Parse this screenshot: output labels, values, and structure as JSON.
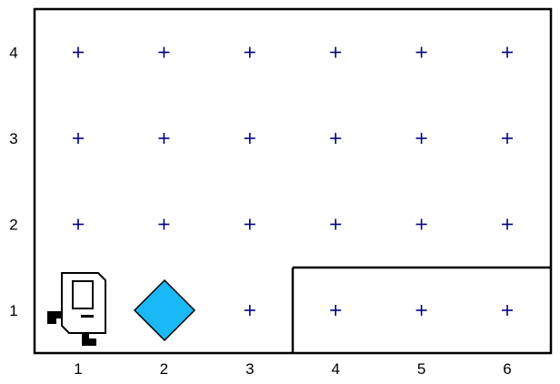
{
  "world": {
    "columns": 6,
    "rows": 4,
    "x_labels": [
      "1",
      "2",
      "3",
      "4",
      "5",
      "6"
    ],
    "y_labels": [
      "1",
      "2",
      "3",
      "4"
    ],
    "wall_color": "#000000",
    "marker_color": "#000080",
    "marker_icon": "plus-icon",
    "walls": [
      {
        "description": "wall segment north of corners (4,1)-(6,1)",
        "kind": "horizontal-between-rows-1-2",
        "from_col": 4,
        "to_col": 6
      },
      {
        "description": "wall segment west of corner (4,1)",
        "kind": "vertical-between-cols-3-4",
        "row": 1
      }
    ],
    "robot": {
      "col": 1,
      "row": 1,
      "icon": "karel-robot-icon",
      "facing": "east"
    },
    "beepers": [
      {
        "col": 2,
        "row": 1,
        "icon": "beeper-diamond-icon",
        "color": "#1ab8f5"
      }
    ]
  }
}
